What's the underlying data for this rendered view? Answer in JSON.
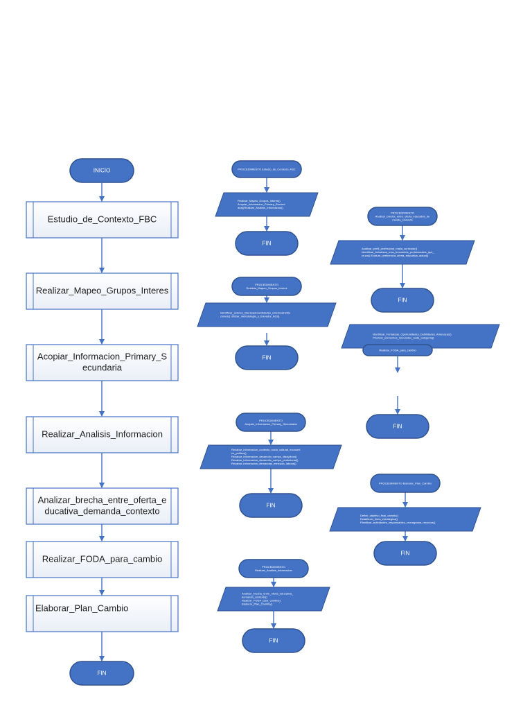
{
  "main_flow": {
    "start": "INICIO",
    "steps": [
      [
        "Estudio_de_Contexto_FBC"
      ],
      [
        "Realizar_Mapeo_Grupos_Interes"
      ],
      [
        "Acopiar_Informacion_Primary_S",
        "ecundaria"
      ],
      [
        "Realizar_Analisis_Informacion"
      ],
      [
        "Analizar_brecha_entre_oferta_e",
        "ducativa_demanda_contexto"
      ],
      [
        "Realizar_FODA_para_cambio"
      ],
      [
        "Elaborar_Plan_Cambio"
      ]
    ],
    "end": "FIN"
  },
  "procedures": [
    {
      "title": [
        "PROCEDIMIENTO Estudio_de_Contexto_FBC"
      ],
      "body": [
        "Realizar_Mapeo_Grupos_Interes()",
        "Acopiar_Informacion_Primary_Secund",
        "aria()Realizar_Analisis_Informacion()"
      ],
      "end": "FIN"
    },
    {
      "title": [
        "PROCEDIMIENTO",
        "Realizar_Mapeo_Grupos_Interes"
      ],
      "body": [
        "Identificar_actores_interesadosentidades_externasinstitu",
        "ciones()         Utilizar_metodologia_y_Elevador_bdd()"
      ],
      "end": "FIN"
    },
    {
      "title": [
        "PROCEDIMIENTO",
        "Acopiar_Informacion_Primary_Secundaria"
      ],
      "body": [
        "Recabar_informacion_contexto_socio_cultural_economi",
        "co_politico()",
        "Recabar_informacion_desarrollo_campo_disciplinar()",
        "Recabar_informacion_desarrollo_campo_profesional()",
        "Recabar_informacion_demandas_mercado_laboral()"
      ],
      "end": "FIN"
    },
    {
      "title": [
        "PROCEDIMIENTO",
        "Realizar_Analisis_Informacion"
      ],
      "body": [
        "Analizar_brecha_entre_oferta_educativa_",
        "demanda_contexto()",
        "Realizar_FODA_para_cambio()",
        "Elaborar_Plan_Cambio()"
      ],
      "end": "FIN"
    },
    {
      "title": [
        "PROCEDIMIENTO",
        "Analizar_brecha_entre_oferta_educativa_de",
        "manda_contexto"
      ],
      "body": [
        "Analizar_perfil_profesional_malla_curricular()",
        "Identificar_fortalezas_mas_frecuentes_profesionales_que_",
        "cruza()  Evaluar_pertinencia_oferta_educativa_actual()"
      ],
      "end": "FIN"
    },
    {
      "title": [
        "Realizar_FODA_para_cambio"
      ],
      "body": [
        "Identificar_Fortalezas_Oportunidades_Debilidades_Amenazas()",
        "Priorizar_elementos_relevantes_cada_categoria()"
      ],
      "end": "FIN"
    },
    {
      "title": [
        "PROCEDIMIENTO Elaborar_Plan_Cambio"
      ],
      "body": [
        "Definir_objetivo_final_cambio()",
        "Establecer_linea_estrategica()",
        "Planificar_actividades_responsables_cronograma_recursos()"
      ],
      "end": "FIN"
    }
  ],
  "colors": {
    "terminal_fill": "#4472c4",
    "terminal_stroke": "#2f528f",
    "arrow": "#4472c4",
    "process_stroke": "#4472c4",
    "process_fill": "#ffffff"
  }
}
